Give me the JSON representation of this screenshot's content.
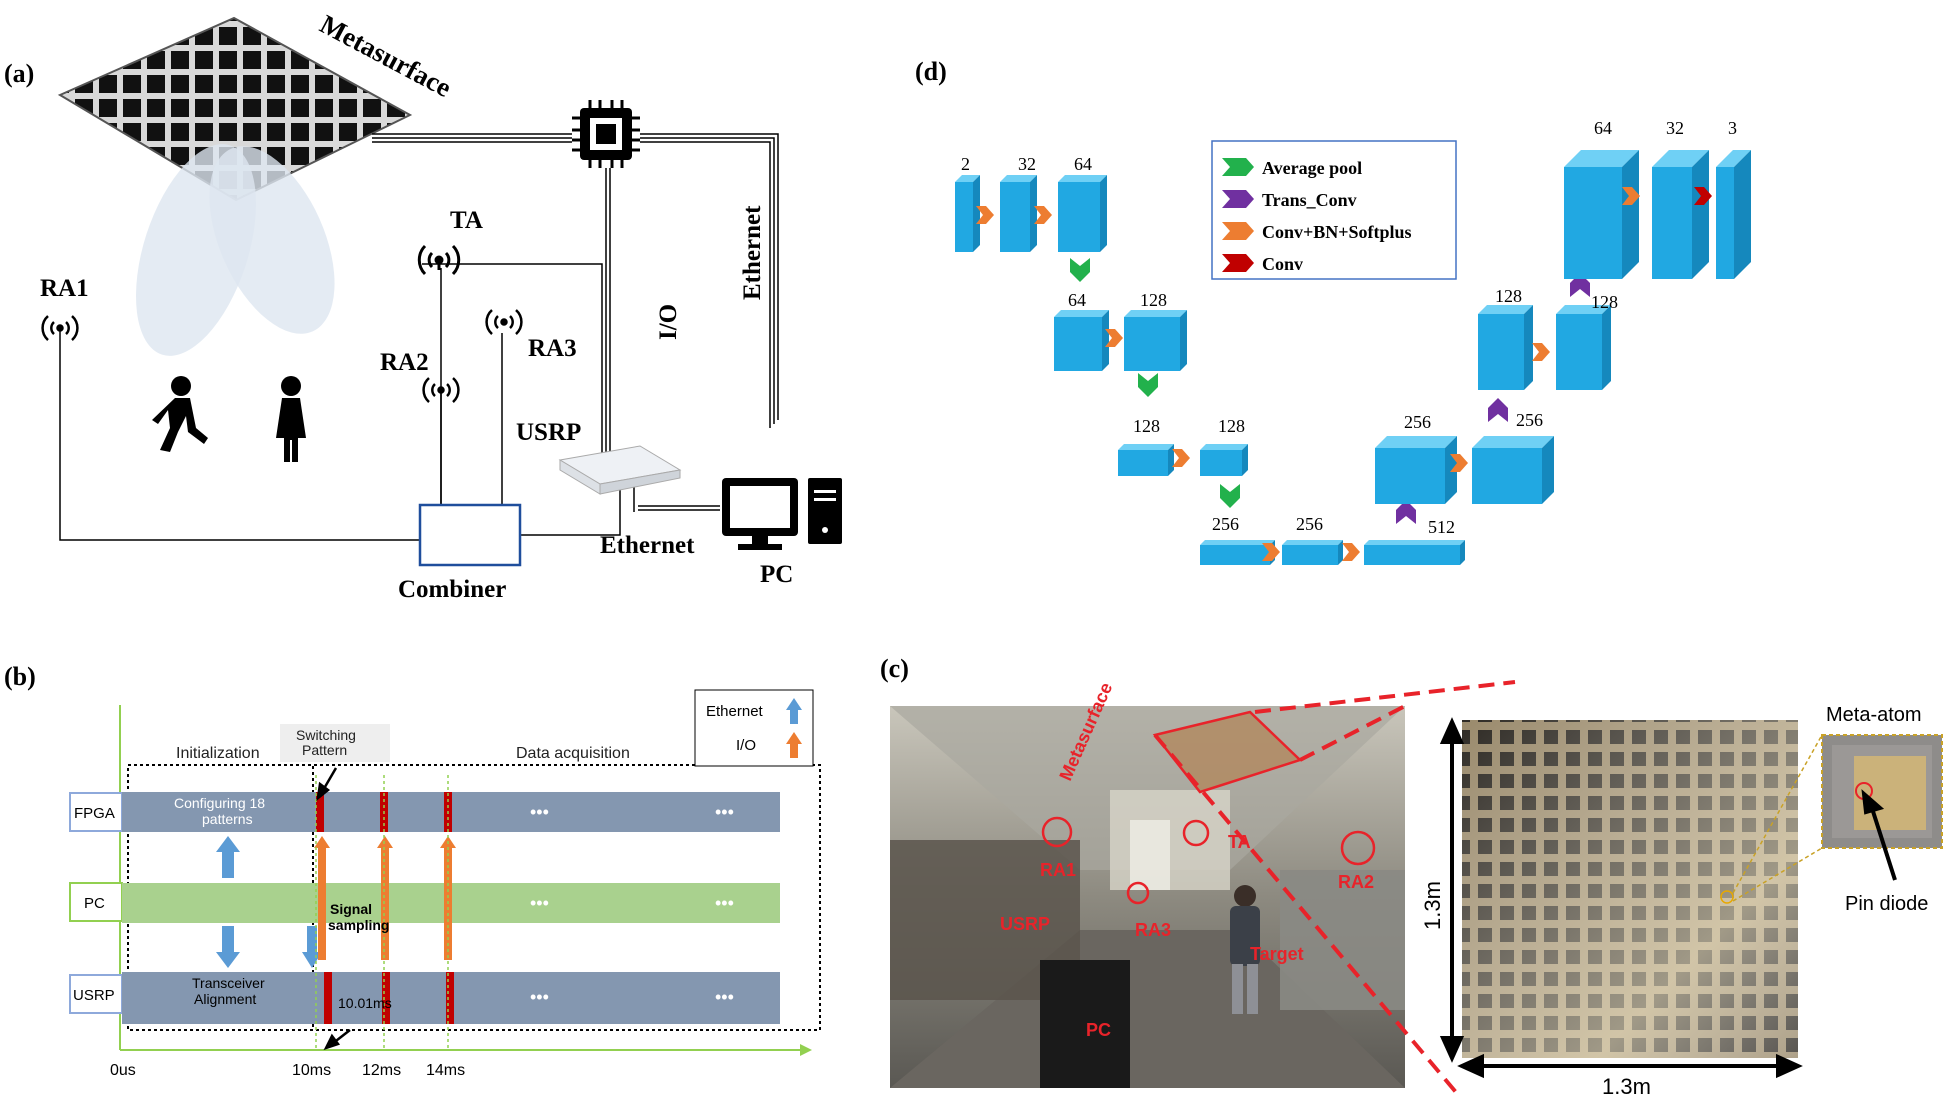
{
  "panel_a": {
    "tag": "(a)",
    "metasurface": "Metasurface",
    "ta": "TA",
    "ra1": "RA1",
    "ra2": "RA2",
    "ra3": "RA3",
    "usrp": "USRP",
    "io": "I/O",
    "ethernet_vertical": "Ethernet",
    "ethernet": "Ethernet",
    "combiner": "Combiner",
    "pc": "PC"
  },
  "panel_b": {
    "tag": "(b)",
    "legend": {
      "ethernet": "Ethernet",
      "io": "I/O",
      "ethernet_color": "#5b9bd5",
      "io_color": "#ed7d31"
    },
    "phases": {
      "initialization": "Initialization",
      "switching": "Switching\nPattern",
      "switching_l1": "Switching",
      "switching_l2": "Pattern",
      "data_acquisition": "Data acquisition"
    },
    "rows": {
      "fpga": "FPGA",
      "pc": "PC",
      "usrp": "USRP"
    },
    "fpga_text_l1": "Configuring 18",
    "fpga_text_l2": "patterns",
    "usrp_text_l1": "Transceiver",
    "usrp_text_l2": "Alignment",
    "signal_l1": "Signal",
    "signal_l2": "sampling",
    "t_1001": "10.01ms",
    "ellipsis": "•••",
    "ticks": [
      "0us",
      "10ms",
      "12ms",
      "14ms"
    ]
  },
  "panel_c": {
    "tag": "(c)",
    "metasurface": "Metasurface",
    "ta": "TA",
    "ra1": "RA1",
    "ra2": "RA2",
    "ra3": "RA3",
    "usrp": "USRP",
    "target": "Target",
    "pc": "PC",
    "dim_v": "1.3m",
    "dim_h": "1.3m",
    "meta_atom": "Meta-atom",
    "pin_diode": "Pin diode"
  },
  "panel_d": {
    "tag": "(d)",
    "legend": [
      {
        "label": "Average pool",
        "color": "#22b14c"
      },
      {
        "label": "Trans_Conv",
        "color": "#7030a0"
      },
      {
        "label": "Conv+BN+Softplus",
        "color": "#ed7d31"
      },
      {
        "label": "Conv",
        "color": "#c00000"
      }
    ],
    "enc1": [
      "2",
      "32",
      "64"
    ],
    "enc2": [
      "64",
      "128"
    ],
    "enc3": [
      "128",
      "128"
    ],
    "bottom": [
      "256",
      "256",
      "512"
    ],
    "dec3": [
      "256",
      "256"
    ],
    "dec2": [
      "128",
      "128"
    ],
    "out": [
      "64",
      "32",
      "3"
    ]
  }
}
